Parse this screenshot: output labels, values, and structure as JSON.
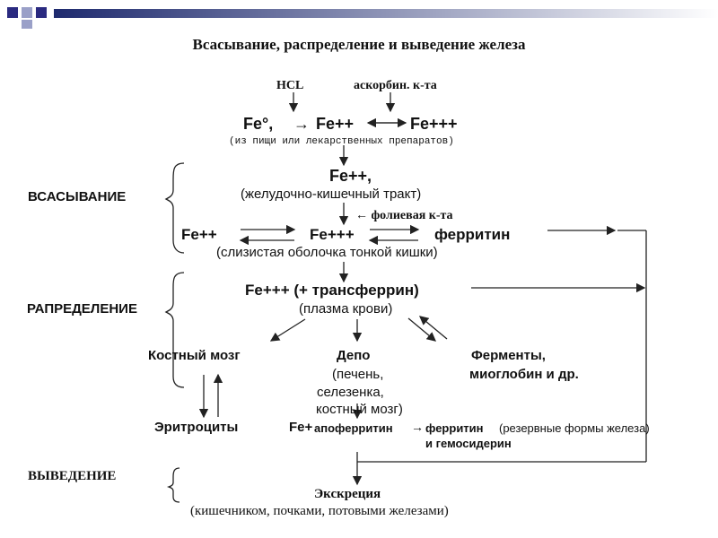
{
  "title": "Всасывание, распределение и выведение железа",
  "colors": {
    "bar": "#1e2a6e",
    "square": "#2a2a80",
    "line": "#222222"
  },
  "top": {
    "hcl": "HCL",
    "ascorbic": "аскорбин. к-та",
    "fe0": "Fe°,",
    "arrow_glyph": "→",
    "fe2": "Fe++",
    "fe3": "Fe+++",
    "source": "(из пищи или лекарственных препаратов)"
  },
  "absorption": {
    "section": "ВСАСЫВАНИЕ",
    "fe2": "Fe++,",
    "tract": "(желудочно-кишечный тракт)",
    "folic": "← фолиевая к-та",
    "fe2_left": "Fe++",
    "fe3_mid": "Fe+++",
    "ferritin": "ферритин",
    "mucosa": "(слизистая оболочка тонкой кишки)"
  },
  "distribution": {
    "section": "РАПРЕДЕЛЕНИЕ",
    "transferrin": "Fe+++ (+ трансферрин)",
    "plasma": "(плазма крови)",
    "bone_marrow": "Костный мозг",
    "depot": "Депо",
    "depot_liver": "(печень,",
    "depot_spleen": "селезенка,",
    "depot_marrow": "костный мозг)",
    "enzymes": "Ферменты,",
    "myoglobin": "миоглобин и др.",
    "erythrocytes": "Эритроциты",
    "fe_plus": "Fe+",
    "apoferritin": "апоферритин",
    "arrow_glyph": "→",
    "ferritin2": "ферритин",
    "reserve": "(резервные формы железа)",
    "hemosiderin": "и гемосидерин"
  },
  "excretion": {
    "section": "ВЫВЕДЕНИЕ",
    "label": "Экскреция",
    "routes": "(кишечником, почками, потовыми железами)"
  }
}
